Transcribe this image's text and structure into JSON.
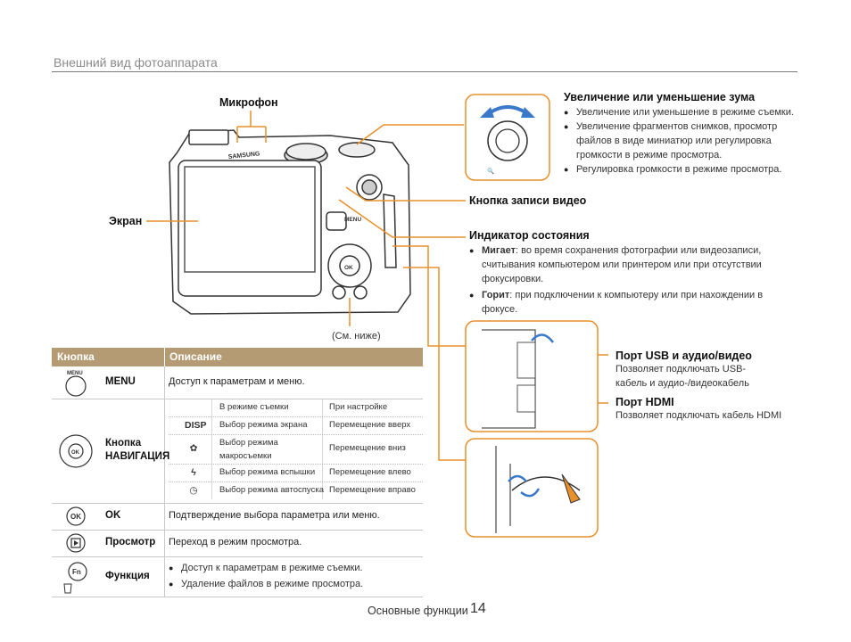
{
  "header": {
    "title": "Внешний вид фотоаппарата"
  },
  "callouts": {
    "microphone": "Микрофон",
    "screen": "Экран",
    "see_below": "(См. ниже)",
    "camera_brand": "SAMSUNG",
    "zoom": {
      "title": "Увеличение или уменьшение зума",
      "bullets": [
        "Увеличение или уменьшение в режиме съемки.",
        "Увеличение фрагментов снимков, просмотр файлов в виде миниатюр или регулировка громкости в режиме просмотра.",
        "Регулировка громкости в режиме просмотра."
      ]
    },
    "video_button": "Кнопка записи видео",
    "status_indicator": {
      "title": "Индикатор состояния",
      "bullets": [
        {
          "term": "Мигает",
          "text": ": во время сохранения фотографии или видеозаписи, считывания компьютером или принтером или при отсутствии фокусировки."
        },
        {
          "term": "Горит",
          "text": ": при подключении к компьютеру или при нахождении в фокусе."
        }
      ]
    },
    "usb_port": {
      "title": "Порт USB и аудио/видео",
      "desc": "Позволяет подключать USB-кабель и аудио-/видеокабель"
    },
    "hdmi_port": {
      "title": "Порт HDMI",
      "desc": "Позволяет подключать кабель HDMI"
    }
  },
  "table": {
    "headers": [
      "Кнопка",
      "Описание"
    ],
    "rows": [
      {
        "icon": "menu-button-icon",
        "icon_label": "MENU",
        "name": "MENU",
        "desc": "Доступ к параметрам и меню."
      },
      {
        "icon": "navigation-button-icon",
        "name_line1": "Кнопка",
        "name_line2": "НАВИГАЦИЯ",
        "subtable": {
          "header": [
            "В режиме съемки",
            "При настройке"
          ],
          "rows": [
            {
              "icon": "DISP",
              "mode": "Выбор режима экрана",
              "setting": "Перемещение вверх"
            },
            {
              "icon": "✿",
              "mode_line1": "Выбор режима",
              "mode_line2": "макросъемки",
              "setting": "Перемещение вниз"
            },
            {
              "icon": "ϟ",
              "mode": "Выбор режима вспышки",
              "setting": "Перемещение влево"
            },
            {
              "icon": "◷",
              "mode": "Выбор режима автоспуска",
              "setting": "Перемещение вправо"
            }
          ]
        }
      },
      {
        "icon": "ok-button-icon",
        "icon_label": "OK",
        "name": "OK",
        "desc": "Подтверждение выбора параметра или меню."
      },
      {
        "icon": "playback-button-icon",
        "name": "Просмотр",
        "desc": "Переход в режим просмотра."
      },
      {
        "icon": "function-button-icon",
        "icon_label": "Fn",
        "name": "Функция",
        "bullets": [
          "Доступ к параметрам в режиме съемки.",
          "Удаление файлов в режиме просмотра."
        ]
      }
    ]
  },
  "footer": {
    "section": "Основные функции",
    "page": "14"
  },
  "colors": {
    "accent": "#e8902a",
    "table_header": "#b59b73",
    "rule": "#7a7a7a"
  }
}
